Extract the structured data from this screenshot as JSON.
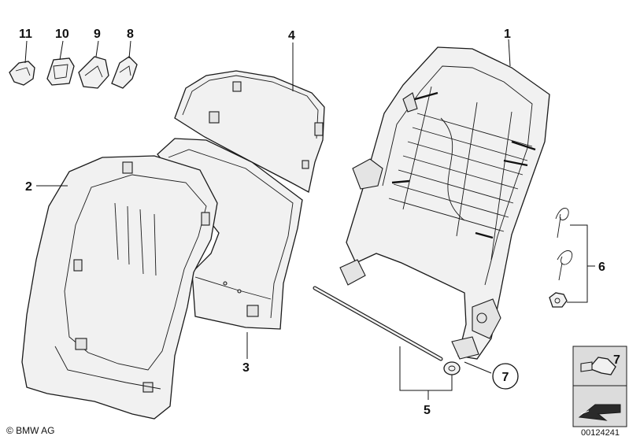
{
  "labels": {
    "p1": "1",
    "p2": "2",
    "p3": "3",
    "p4": "4",
    "p5": "5",
    "p6": "6",
    "p7": "7",
    "p8": "8",
    "p9": "9",
    "p10": "10",
    "p11": "11"
  },
  "callout_circle_label": "7",
  "inset": {
    "label": "7"
  },
  "copyright": "© BMW AG",
  "diagram_number": "00124241",
  "colors": {
    "line": "#1a1a1a",
    "fill_light": "#f1f1f1",
    "fill_mid": "#e4e4e4",
    "inset_bg": "#dcdcdc",
    "background": "#ffffff"
  }
}
